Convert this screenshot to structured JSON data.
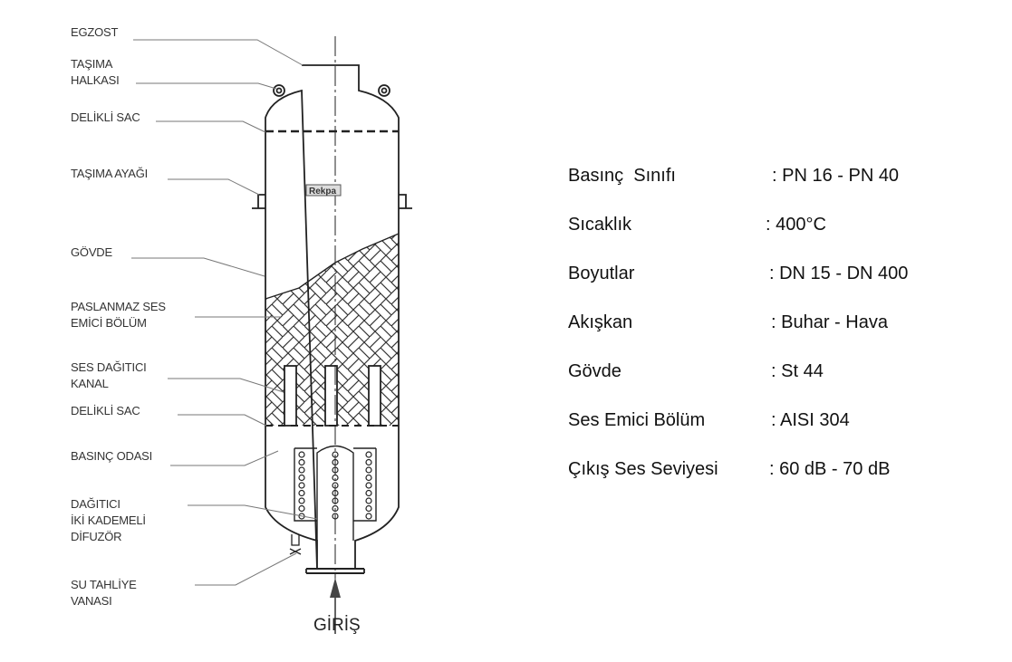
{
  "labels": [
    {
      "id": "egzost",
      "text": "EGZOST"
    },
    {
      "id": "tasima-halkasi",
      "text": "TAŞIMA\nHALKASI"
    },
    {
      "id": "delikli-sac-top",
      "text": "DELİKLİ SAC"
    },
    {
      "id": "tasima-ayagi",
      "text": "TAŞIMA AYAĞI"
    },
    {
      "id": "govde",
      "text": "GÖVDE"
    },
    {
      "id": "paslanmaz",
      "text": "PASLANMAZ SES\nEMİCİ BÖLÜM"
    },
    {
      "id": "ses-dagitici",
      "text": "SES DAĞITICI\nKANAL"
    },
    {
      "id": "delikli-sac-bottom",
      "text": "DELİKLİ SAC"
    },
    {
      "id": "basinc-odasi",
      "text": "BASINÇ ODASI"
    },
    {
      "id": "difuzor",
      "text": "DAĞITICI\nİKİ KADEMELİ\nDİFUZÖR"
    },
    {
      "id": "su-tahliye",
      "text": "SU TAHLİYE\nVANASI"
    }
  ],
  "logo": "Rekpa",
  "inlet_label": "GİRİŞ",
  "specs": [
    {
      "key": "Basınç  Sınıfı",
      "value": ": PN 16 - PN 40"
    },
    {
      "key": "Sıcaklık",
      "value": ": 400°C"
    },
    {
      "key": "Boyutlar",
      "value": ": DN 15 - DN 400"
    },
    {
      "key": "Akışkan",
      "value": ": Buhar - Hava"
    },
    {
      "key": "Gövde",
      "value": ": St 44"
    },
    {
      "key": "Ses Emici Bölüm",
      "value": ": AISI 304"
    },
    {
      "key": "Çıkış Ses Seviyesi",
      "value": ": 60 dB - 70 dB"
    }
  ]
}
